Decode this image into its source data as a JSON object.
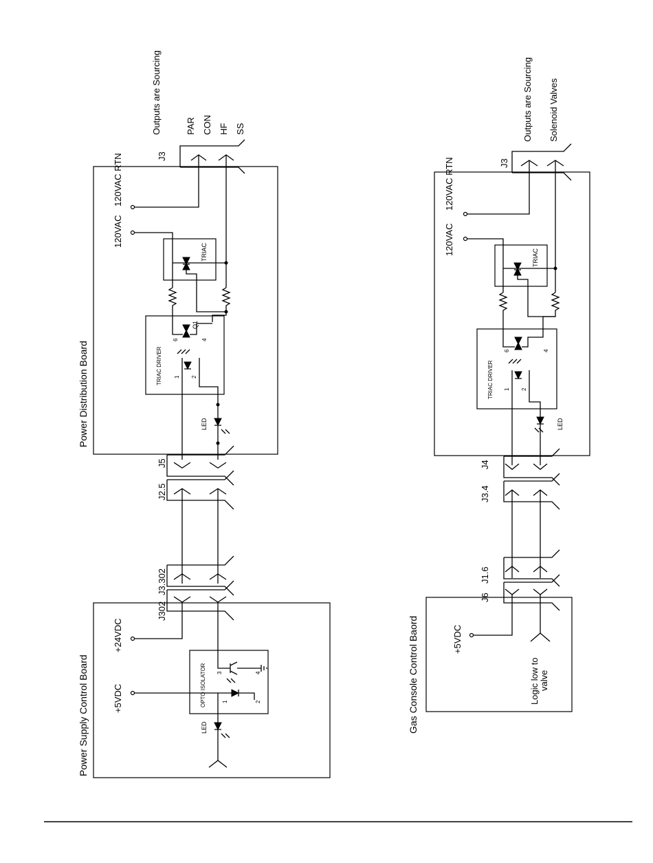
{
  "diagram": {
    "left": {
      "power_distribution_board": "Power Distribution Board",
      "power_supply_control_board": "Power Supply Control Board",
      "outputs_title": "Outputs are Sourcing",
      "outputs": [
        "PAR",
        "CON",
        "HF",
        "SS"
      ],
      "conn_j3": "J3",
      "conn_j5": "J5",
      "conn_j25": "J2.5",
      "conn_j3302": "J3.302",
      "conn_j302": "J302",
      "vac_120": "120VAC",
      "vac_120_rtn": "120VAC RTN",
      "triac": "TRIAC",
      "triac_driver": "TRIAC DRIVER",
      "q1": "Q1",
      "pin1": "1",
      "pin2": "2",
      "pin4": "4",
      "pin6": "6",
      "led_pdb": "LED",
      "led_psb": "LED",
      "opto_isolator": "OPTO ISOLATOR",
      "opto_pin1": "1",
      "opto_pin2": "2",
      "opto_pin3": "3",
      "opto_pin4": "4",
      "v24": "+24VDC",
      "v5": "+5VDC"
    },
    "right": {
      "power_distribution_board": "",
      "gas_console_control_board": "Gas Console Control Baord",
      "outputs_title": "Outputs are Sourcing",
      "solenoid_valves": "Solenoid Valves",
      "conn_j3": "J3",
      "conn_j4": "J4",
      "conn_j34": "J3.4",
      "conn_j16": "J1.6",
      "conn_j6": "J6",
      "vac_120": "120VAC",
      "vac_120_rtn": "120VAC RTN",
      "triac": "TRIAC",
      "triac_driver": "TRIAC DRIVER",
      "pin1": "1",
      "pin2": "2",
      "pin4": "4",
      "pin6": "6",
      "led": "LED",
      "v5": "+5VDC",
      "logic_low_1": "Logic low to",
      "logic_low_2": "valve"
    }
  }
}
